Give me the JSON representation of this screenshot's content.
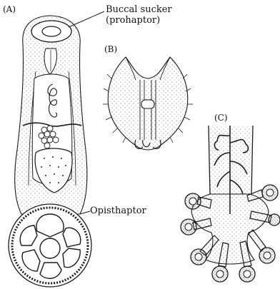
{
  "panels": {
    "a": "(A)",
    "b": "(B)",
    "c": "(C)"
  },
  "labels": {
    "buccal_line1": "Buccal sucker",
    "buccal_line2": "(prohaptor)",
    "opisthaptor": "Opisthaptor"
  },
  "colors": {
    "ink": "#1a1a1a",
    "stipple": "#555555",
    "background": "#ffffff"
  }
}
